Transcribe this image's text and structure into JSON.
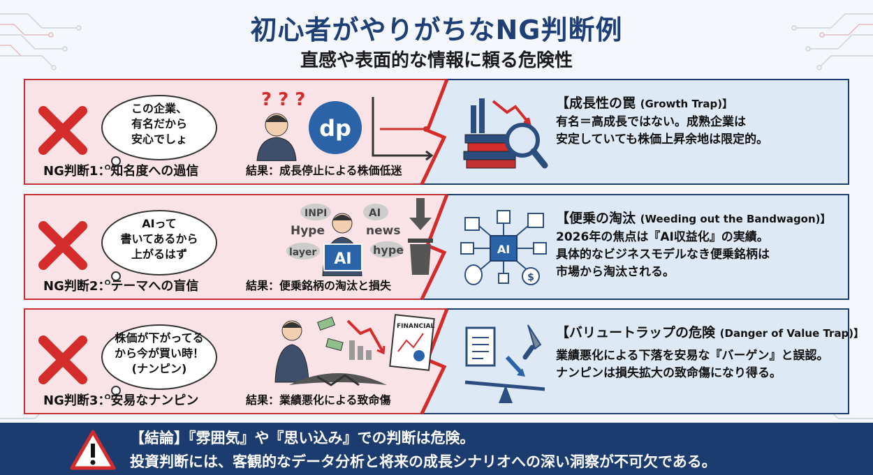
{
  "title": "初心者がやりがちなNG判断例",
  "subtitle": "直感や表面的な情報に頼る危険性",
  "colors": {
    "navy": "#1c3c70",
    "red": "#d42b2b",
    "pink_panel": "#f9e3e6",
    "blue_panel": "#dde9f5"
  },
  "rows": [
    {
      "bubble_lines": [
        "この企業、",
        "有名だから",
        "安心でしょ"
      ],
      "ng_label": "NG判断1：知名度への過信",
      "result": "結果：成長停止による株価低迷",
      "illus_logo": "dp",
      "heading": "【成長性の罠",
      "heading_en": "(Growth Trap)】",
      "desc_lines": [
        "有名＝高成長ではない。成熟企業は",
        "安定していても株価上昇余地は限定的。"
      ],
      "icon": "books-magnifier-icon"
    },
    {
      "bubble_lines": [
        "AIって",
        "書いてあるから",
        "上がるはず"
      ],
      "ng_label": "NG判断2：テーマへの盲信",
      "result": "結果：便乗銘柄の淘汰と損失",
      "illus_words": [
        "INPI",
        "AI",
        "Hype",
        "news",
        "layer",
        "hype"
      ],
      "illus_sign": "AI",
      "heading": "【便乗の淘汰",
      "heading_en": "(Weeding out the Bandwagon)】",
      "desc_lines": [
        "2026年の焦点は『AI収益化』の実績。",
        "具体的なビジネスモデルなき便乗銘柄は",
        "市場から淘汰される。"
      ],
      "icon": "ai-chip-icon"
    },
    {
      "bubble_lines": [
        "株価が下がってる",
        "から今が買い時！",
        "(ナンピン)"
      ],
      "ng_label": "NG判断3：安易なナンピン",
      "result": "結果：業績悪化による致命傷",
      "illus_doc": "FINANCIAL",
      "heading": "【バリュートラップの危険",
      "heading_en": "(Danger of Value Trap)】",
      "desc_lines": [
        "業績悪化による下落を安易な『バーゲン』と誤認。",
        "ナンピンは損失拡大の致命傷になり得る。"
      ],
      "icon": "knife-seesaw-icon"
    }
  ],
  "footer": {
    "line1": "【結論】『雰囲気』や『思い込み』での判断は危険。",
    "line2": "投資判断には、客観的なデータ分析と将来の成長シナリオへの深い洞察が不可欠である。",
    "icon": "warning-icon"
  }
}
